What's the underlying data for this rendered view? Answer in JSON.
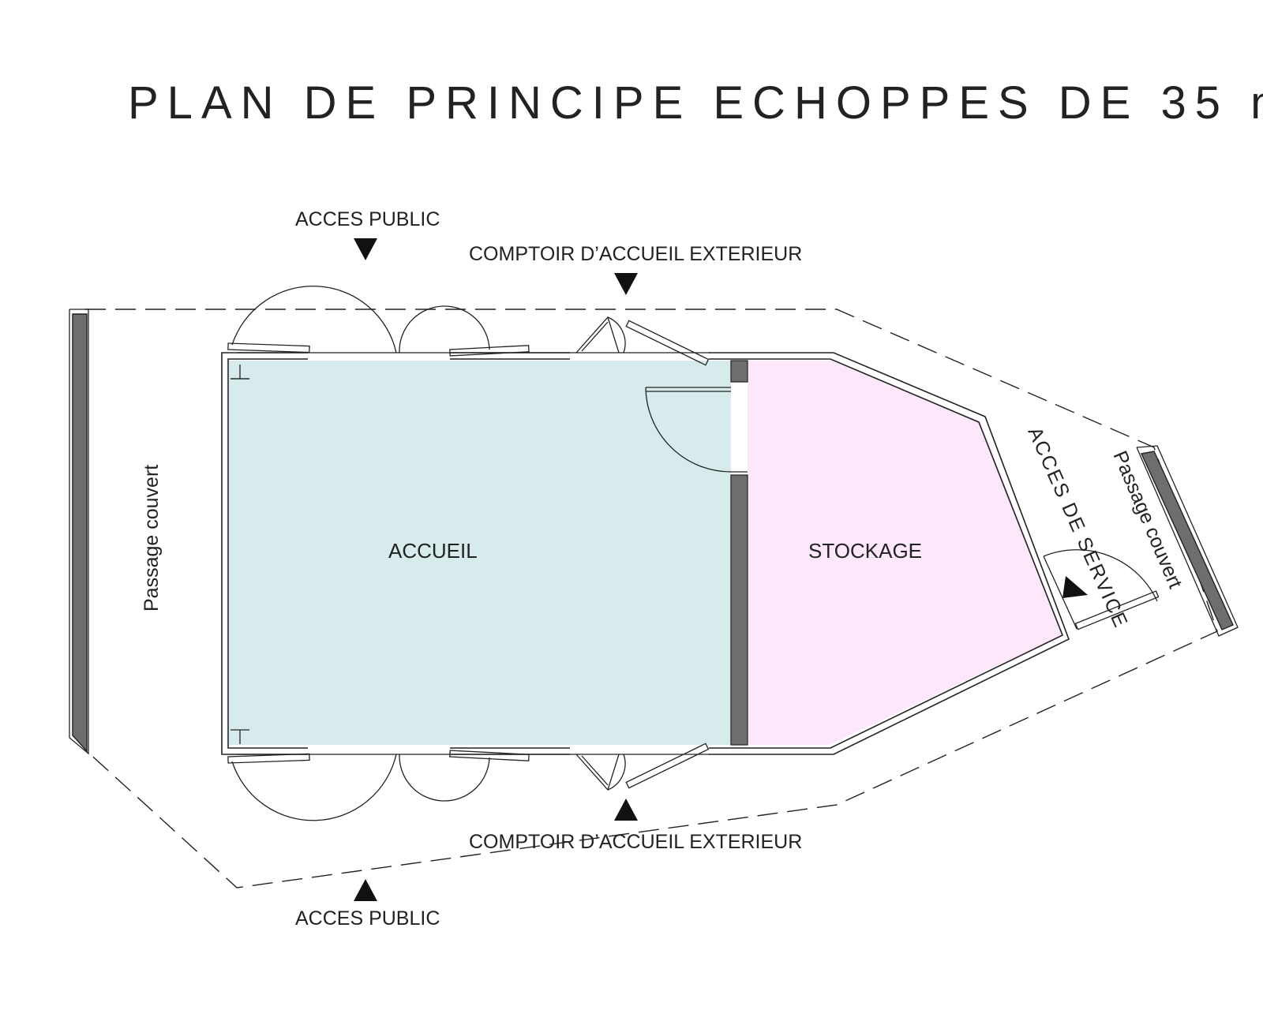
{
  "title": "PLAN DE PRINCIPE ECHOPPES DE 35 m",
  "title_superscript": "2",
  "labels": {
    "acces_public_top": "ACCES PUBLIC",
    "acces_public_bottom": "ACCES PUBLIC",
    "comptoir_top": "COMPTOIR D’ACCUEIL EXTERIEUR",
    "comptoir_bottom": "COMPTOIR D’ACCUEIL EXTERIEUR",
    "passage_left": "Passage couvert",
    "passage_right": "Passage couvert",
    "acces_service": "ACCES DE SERVICE"
  },
  "rooms": {
    "accueil": "ACCUEIL",
    "stockage": "STOCKAGE"
  },
  "colors": {
    "accueil_fill": "#d8ebec",
    "stockage_fill": "#fde8fb",
    "wall_dark": "#6e6e6e",
    "line": "#222222"
  }
}
